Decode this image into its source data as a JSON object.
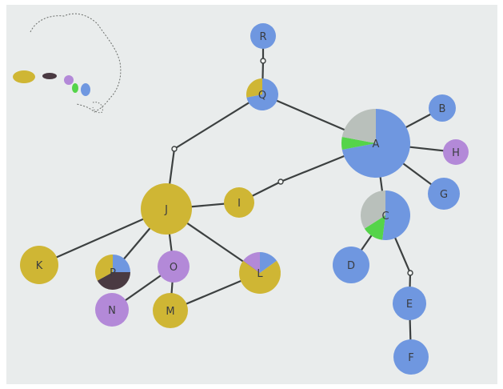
{
  "colors": {
    "background": "#e9ecec",
    "frame": "#ffffff",
    "edge": "#3c4040",
    "blue": "#6f97e0",
    "yellow": "#cfb634",
    "purple": "#b389d8",
    "green": "#55d44a",
    "gray": "#b9c0bb",
    "dark": "#4a3a42",
    "label": "#3a3c40",
    "map_outline": "#6a6d6a"
  },
  "legend_swatches": [
    "yellow",
    "dark",
    "purple",
    "green",
    "blue"
  ],
  "nodes": [
    {
      "id": "R",
      "label": "R",
      "slices": [
        {
          "color": "blue",
          "value": 1
        }
      ]
    },
    {
      "id": "Q",
      "label": "Q",
      "slices": [
        {
          "color": "blue",
          "value": 0.72
        },
        {
          "color": "yellow",
          "value": 0.28
        }
      ]
    },
    {
      "id": "A",
      "label": "A",
      "slices": [
        {
          "color": "blue",
          "value": 0.72
        },
        {
          "color": "green",
          "value": 0.06
        },
        {
          "color": "gray",
          "value": 0.22
        }
      ]
    },
    {
      "id": "B",
      "label": "B",
      "slices": [
        {
          "color": "blue",
          "value": 1
        }
      ]
    },
    {
      "id": "H",
      "label": "H",
      "slices": [
        {
          "color": "purple",
          "value": 1
        }
      ]
    },
    {
      "id": "G",
      "label": "G",
      "slices": [
        {
          "color": "blue",
          "value": 1
        }
      ]
    },
    {
      "id": "C",
      "label": "C",
      "slices": [
        {
          "color": "blue",
          "value": 0.52
        },
        {
          "color": "green",
          "value": 0.14
        },
        {
          "color": "gray",
          "value": 0.34
        }
      ]
    },
    {
      "id": "D",
      "label": "D",
      "slices": [
        {
          "color": "blue",
          "value": 1
        }
      ]
    },
    {
      "id": "E",
      "label": "E",
      "slices": [
        {
          "color": "blue",
          "value": 1
        }
      ]
    },
    {
      "id": "F",
      "label": "F",
      "slices": [
        {
          "color": "blue",
          "value": 1
        }
      ]
    },
    {
      "id": "I",
      "label": "I",
      "slices": [
        {
          "color": "yellow",
          "value": 1
        }
      ]
    },
    {
      "id": "J",
      "label": "J",
      "slices": [
        {
          "color": "yellow",
          "value": 1
        }
      ]
    },
    {
      "id": "K",
      "label": "K",
      "slices": [
        {
          "color": "yellow",
          "value": 1
        }
      ]
    },
    {
      "id": "P",
      "label": "P",
      "slices": [
        {
          "color": "blue",
          "value": 0.25
        },
        {
          "color": "dark",
          "value": 0.42
        },
        {
          "color": "yellow",
          "value": 0.33
        }
      ]
    },
    {
      "id": "O",
      "label": "O",
      "slices": [
        {
          "color": "purple",
          "value": 1
        }
      ]
    },
    {
      "id": "N",
      "label": "N",
      "slices": [
        {
          "color": "purple",
          "value": 1
        }
      ]
    },
    {
      "id": "M",
      "label": "M",
      "slices": [
        {
          "color": "yellow",
          "value": 1
        }
      ]
    },
    {
      "id": "L",
      "label": "L",
      "slices": [
        {
          "color": "blue",
          "value": 0.15
        },
        {
          "color": "yellow",
          "value": 0.7
        },
        {
          "color": "purple",
          "value": 0.15
        }
      ]
    }
  ],
  "edges": [
    [
      "R",
      "v1"
    ],
    [
      "v1",
      "Q"
    ],
    [
      "Q",
      "A"
    ],
    [
      "Q",
      "v2"
    ],
    [
      "v2",
      "J"
    ],
    [
      "J",
      "I"
    ],
    [
      "I",
      "v3"
    ],
    [
      "v3",
      "A"
    ],
    [
      "A",
      "B"
    ],
    [
      "A",
      "H"
    ],
    [
      "A",
      "G"
    ],
    [
      "A",
      "C"
    ],
    [
      "C",
      "D"
    ],
    [
      "C",
      "v4"
    ],
    [
      "v4",
      "E"
    ],
    [
      "E",
      "F"
    ],
    [
      "J",
      "K"
    ],
    [
      "J",
      "P"
    ],
    [
      "J",
      "O"
    ],
    [
      "J",
      "L"
    ],
    [
      "O",
      "M"
    ],
    [
      "O",
      "N"
    ],
    [
      "M",
      "L"
    ]
  ]
}
